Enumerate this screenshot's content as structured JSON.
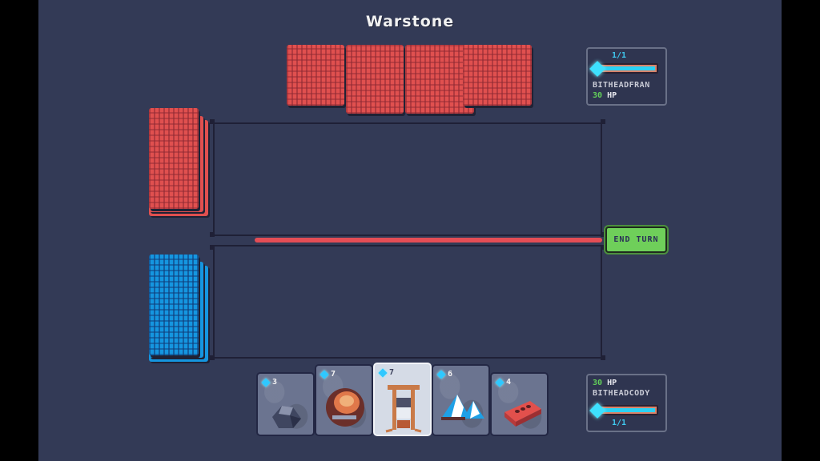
{
  "game": {
    "title": "Warstone"
  },
  "opponent": {
    "name": "BITHEADFRAN",
    "hp_value": "30",
    "hp_unit": "HP",
    "mana_text": "1/1",
    "mana_fraction": 1.0,
    "hand_count": 4,
    "deck_color": "#e0504f"
  },
  "player": {
    "name": "BITHEADCODY",
    "hp_value": "30",
    "hp_unit": "HP",
    "mana_text": "1/1",
    "mana_fraction": 1.0,
    "deck_color": "#1596e0",
    "hand": [
      {
        "cost": "3",
        "art": "rock-icon",
        "selected": false
      },
      {
        "cost": "7",
        "art": "fireball-icon",
        "selected": false
      },
      {
        "cost": "7",
        "art": "guillotine-icon",
        "selected": true
      },
      {
        "cost": "6",
        "art": "mountain-icon",
        "selected": false
      },
      {
        "cost": "4",
        "art": "brick-icon",
        "selected": false
      }
    ]
  },
  "controls": {
    "end_turn_label": "END TURN"
  },
  "colors": {
    "background": "#333a56",
    "turn_line": "#e44d55",
    "end_turn": "#6fcf5a",
    "mana": "#2ad1f4",
    "hp_number": "#63d05a"
  }
}
